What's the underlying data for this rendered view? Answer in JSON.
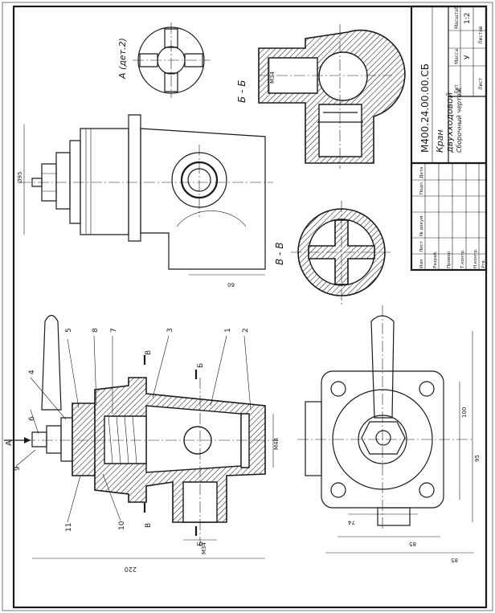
{
  "title_block": {
    "designation": "М400.24.00.00.СБ",
    "name_line1": "Кран",
    "name_line2": "двухходовой",
    "doc_type": "Сборочный чертеж",
    "col_lit": "Лит",
    "col_mass": "Масса",
    "col_scale": "Масштаб",
    "lit_value": "У",
    "scale_value": "1:2",
    "sheet_label": "Лист",
    "sheets_label": "Листов",
    "sig_headers": [
      "Изм",
      "Лист",
      "№ докум.",
      "Подп.",
      "Дата"
    ],
    "roles": [
      "Разраб.",
      "Провер.",
      "Т.контр.",
      "Н.контр.",
      "Утв."
    ]
  },
  "views": {
    "detail_a": "А (дет.2)",
    "section_bb": "Б - Б",
    "section_vv": "В - В"
  },
  "dimensions": {
    "d95": "Ø95",
    "m34": "М34",
    "d60": "60",
    "m48": "М48",
    "d220": "220",
    "d74": "74",
    "d85": "85",
    "d95b": "95",
    "d100": "100",
    "m34b": "М34"
  },
  "cut_letters": {
    "a": "А",
    "b": "Б",
    "v": "В"
  },
  "callouts": [
    "1",
    "2",
    "3",
    "4",
    "5",
    "6",
    "7",
    "8",
    "9",
    "10",
    "11"
  ]
}
